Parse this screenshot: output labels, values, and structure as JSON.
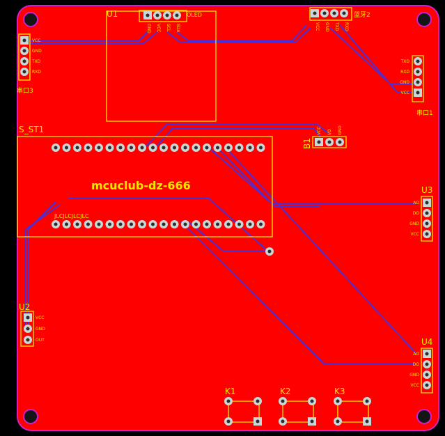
{
  "colors": {
    "board": "#ff0000",
    "outline": "#d020d0",
    "silkscreen": "#f2e600",
    "trace": "#4a2fd8",
    "pad": "#c9d7d7",
    "hole": "#2d2d2d",
    "mounting_hole": "#151515",
    "background": "#000000"
  },
  "board": {
    "designators": {
      "u1": "U1",
      "s_st1": "S_ST1",
      "b1": "B1",
      "u2": "U2",
      "u3": "U3",
      "u4": "U4",
      "k1": "K1",
      "k2": "K2",
      "k3": "K3"
    },
    "main_label": "mcuclub-dz-666",
    "header_labels": {
      "oled": "OLED",
      "bt": "蓝牙2",
      "uart3": "串口3",
      "uart1": "串口1"
    },
    "jlc_label": "JLCJLCJLCJLC",
    "u1_pins": [
      "GND",
      "VCC",
      "SCL",
      "SDA"
    ],
    "bt_pins": [
      "VCC",
      "GND",
      "TXD",
      "RXD"
    ],
    "uart3_pins": [
      "VCC",
      "GND",
      "TXD",
      "RXD"
    ],
    "uart1_pins": [
      "TXD",
      "RXD",
      "GND",
      "VCC"
    ],
    "b1_pins": [
      "VCC",
      "I/O",
      "GND"
    ],
    "u3_pins": [
      "AO",
      "DO",
      "GND",
      "VCC"
    ],
    "u4_pins": [
      "AO",
      "DO",
      "GND",
      "VCC"
    ],
    "u2_pins": [
      "VCC",
      "GND",
      "OUT"
    ]
  }
}
